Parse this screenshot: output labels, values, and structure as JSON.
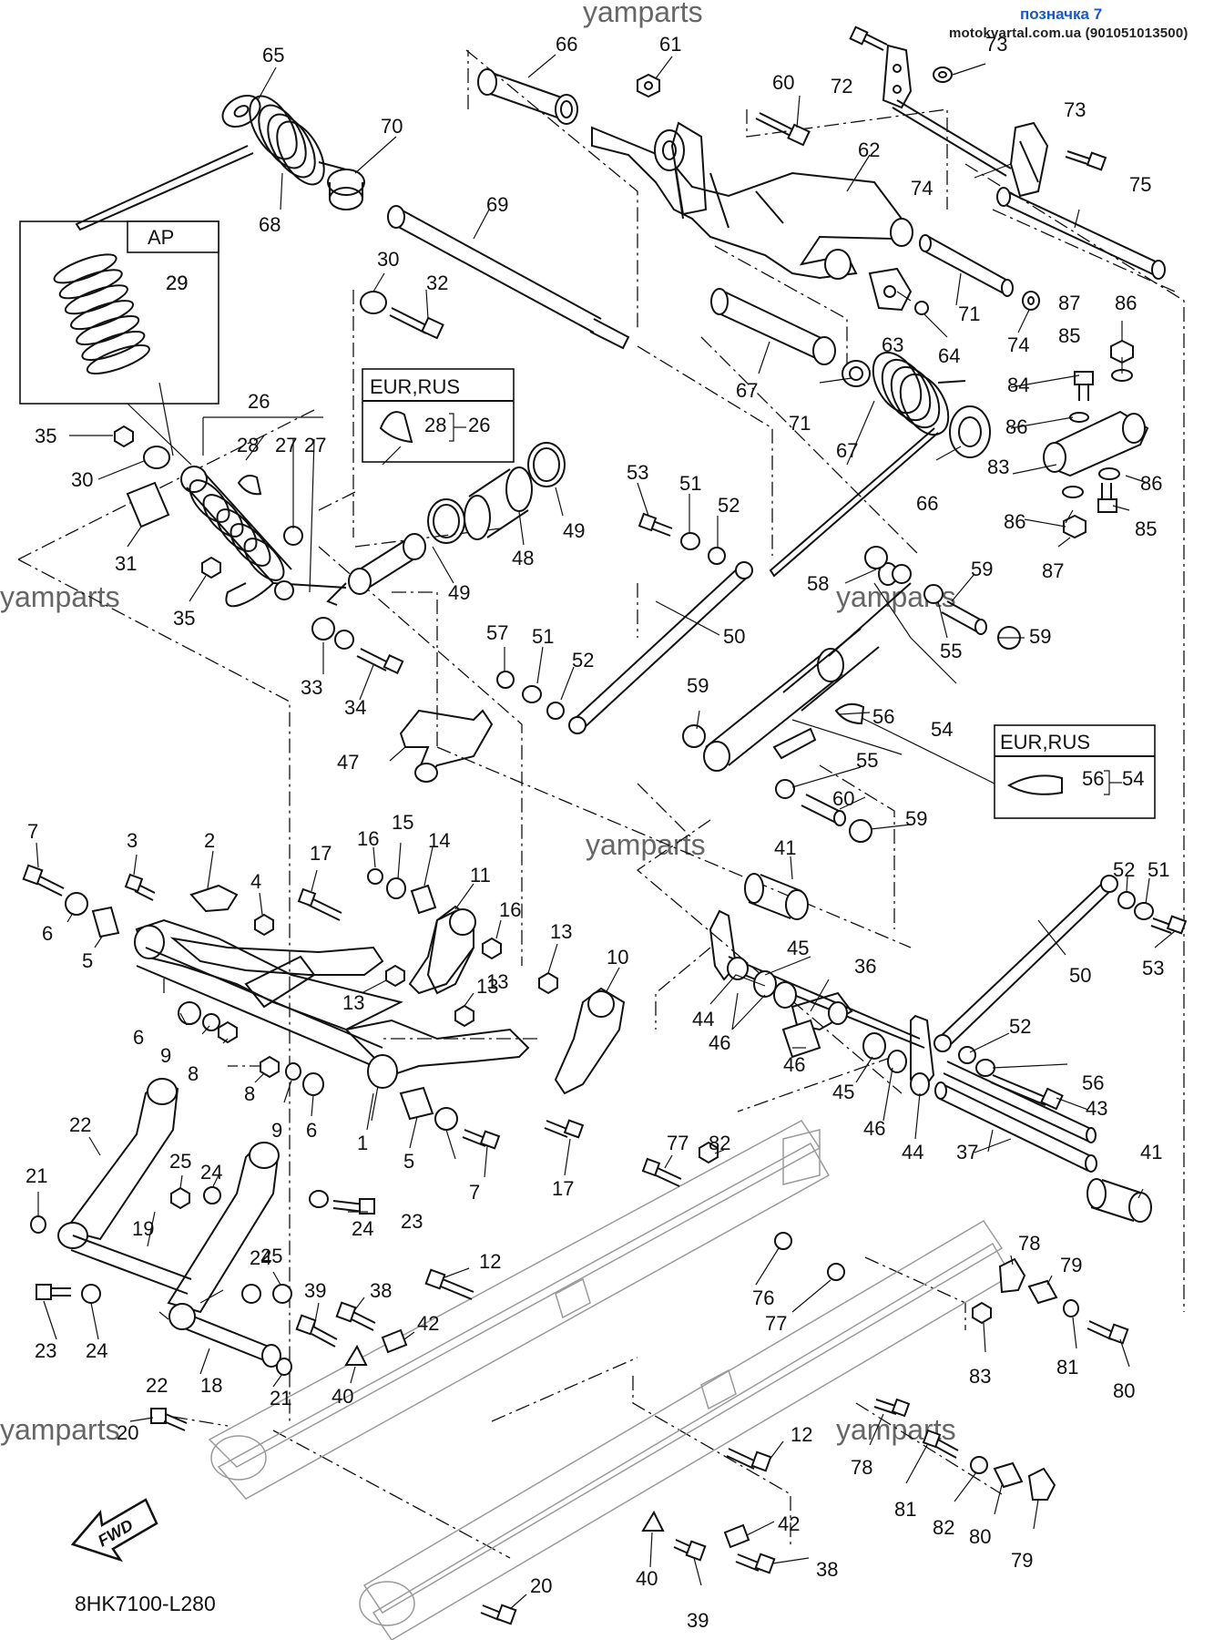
{
  "header": {
    "watermark": "yamparts",
    "badge": "позначка 7",
    "site": "motokvartal.com.ua (901051013500)"
  },
  "diagram_code": "8HK7100-L280",
  "fwd_label": "FWD",
  "boxes": {
    "ap": {
      "title": "AP",
      "part": "29"
    },
    "eur_rus_1": {
      "title": "EUR,RUS",
      "part": "28",
      "group": "26"
    },
    "eur_rus_2": {
      "title": "EUR,RUS",
      "part": "56",
      "group": "54"
    }
  },
  "callouts": [
    "1",
    "2",
    "3",
    "4",
    "5",
    "5",
    "6",
    "6",
    "6",
    "7",
    "7",
    "8",
    "8",
    "9",
    "9",
    "10",
    "11",
    "12",
    "12",
    "13",
    "13",
    "13",
    "13",
    "14",
    "15",
    "16",
    "16",
    "17",
    "17",
    "18",
    "19",
    "20",
    "20",
    "21",
    "21",
    "22",
    "22",
    "23",
    "23",
    "24",
    "24",
    "24",
    "24",
    "25",
    "25",
    "26",
    "27",
    "27",
    "28",
    "29",
    "30",
    "30",
    "31",
    "32",
    "33",
    "34",
    "35",
    "35",
    "36",
    "37",
    "38",
    "38",
    "39",
    "39",
    "40",
    "40",
    "41",
    "41",
    "42",
    "42",
    "43",
    "44",
    "44",
    "45",
    "45",
    "46",
    "46",
    "46",
    "47",
    "48",
    "49",
    "49",
    "50",
    "50",
    "51",
    "51",
    "51",
    "52",
    "52",
    "52",
    "52",
    "53",
    "53",
    "54",
    "55",
    "55",
    "56",
    "56",
    "57",
    "58",
    "59",
    "59",
    "59",
    "59",
    "60",
    "60",
    "61",
    "62",
    "63",
    "64",
    "65",
    "66",
    "66",
    "67",
    "67",
    "68",
    "69",
    "70",
    "71",
    "71",
    "72",
    "73",
    "73",
    "74",
    "74",
    "75",
    "76",
    "77",
    "77",
    "78",
    "78",
    "79",
    "79",
    "80",
    "80",
    "81",
    "81",
    "82",
    "82",
    "83",
    "83",
    "84",
    "85",
    "85",
    "86",
    "86",
    "86",
    "86",
    "87",
    "87"
  ]
}
